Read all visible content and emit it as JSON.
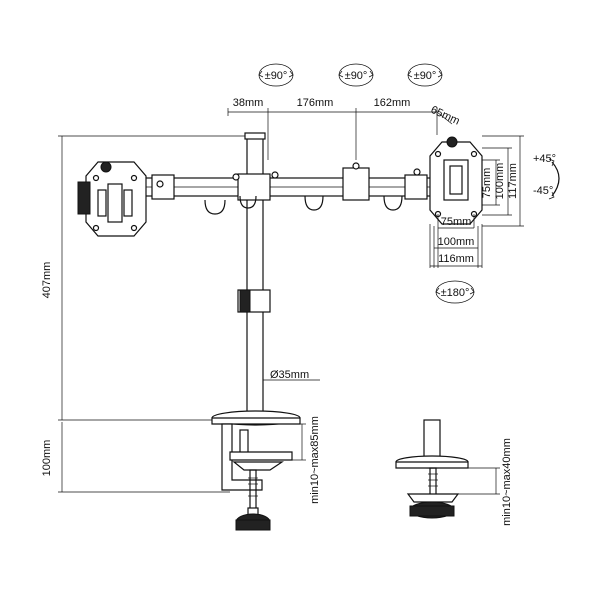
{
  "dimensions": {
    "arm_inner": "38mm",
    "arm_mid": "176mm",
    "arm_outer": "162mm",
    "vesa_offset": "65mm",
    "height": "407mm",
    "pole_diameter": "Ø35mm",
    "vesa_75": "75mm",
    "vesa_100": "100mm",
    "vesa_117": "117mm",
    "vesa_w75": "75mm",
    "vesa_w100": "100mm",
    "vesa_w116": "116mm",
    "clamp_height": "100mm",
    "clamp_range": "min10~max85mm",
    "grommet_range": "min10~max40mm"
  },
  "rotations": {
    "joint1": "±90°",
    "joint2": "±90°",
    "joint3": "±90°",
    "tilt_up": "+45°",
    "tilt_down": "-45°",
    "rotate": "±180°"
  }
}
